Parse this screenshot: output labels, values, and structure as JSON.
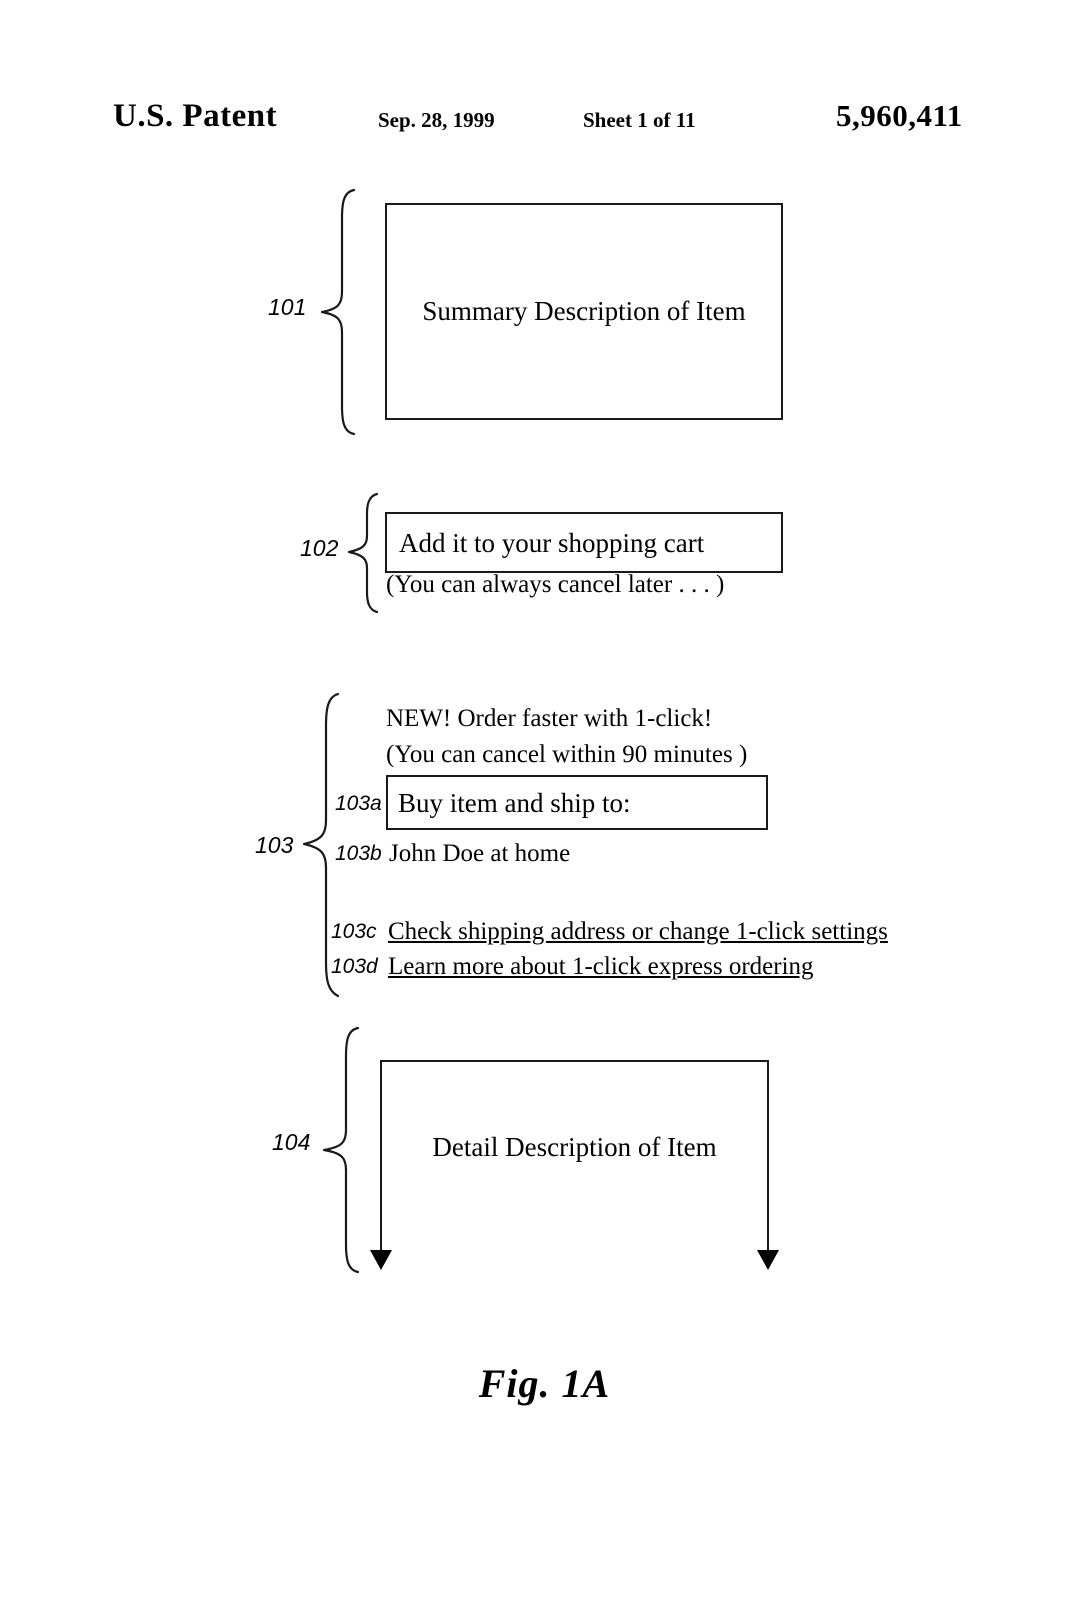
{
  "header": {
    "office": "U.S. Patent",
    "date": "Sep. 28, 1999",
    "sheet": "Sheet 1 of 11",
    "patent_number": "5,960,411"
  },
  "figure": {
    "caption": "Fig. 1A",
    "sections": [
      {
        "ref": "101",
        "type": "box",
        "text": "Summary Description of Item"
      },
      {
        "ref": "102",
        "type": "box-with-caption",
        "button_text": "Add it to your shopping cart",
        "caption_text": "(You can always cancel later . . . )"
      },
      {
        "ref": "103",
        "type": "group",
        "headline": "NEW!  Order faster with 1-click!",
        "subhead": "(You can cancel within 90 minutes )",
        "items": [
          {
            "ref": "103a",
            "text": "Buy item and ship to:",
            "style": "box"
          },
          {
            "ref": "103b",
            "text": "John Doe at home",
            "style": "plain"
          },
          {
            "ref": "103c",
            "text": "Check shipping address or change 1-click settings",
            "style": "link"
          },
          {
            "ref": "103d",
            "text": "Learn more about 1-click express ordering",
            "style": "link"
          }
        ]
      },
      {
        "ref": "104",
        "type": "open-box",
        "text": "Detail Description of Item"
      }
    ]
  },
  "colors": {
    "ink": "#1a1a1a",
    "page": "#ffffff"
  }
}
